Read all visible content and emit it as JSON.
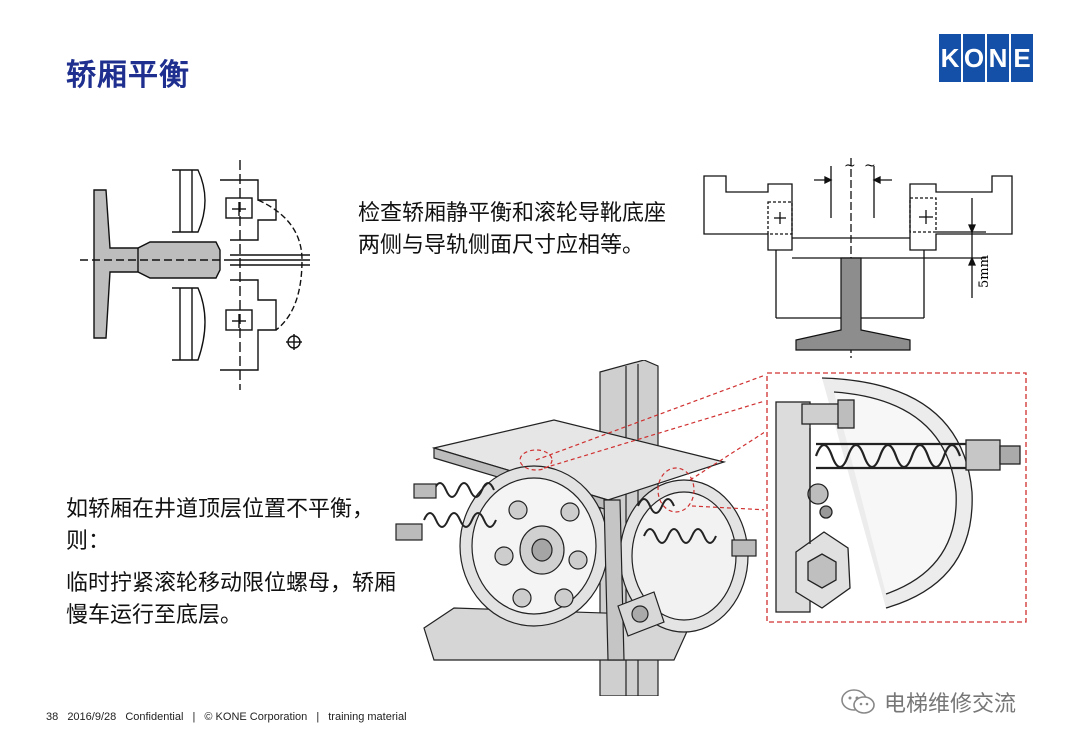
{
  "slide": {
    "title": "轿厢平衡",
    "logo_letters": [
      "K",
      "O",
      "N",
      "E"
    ],
    "text_top": "检查轿厢静平衡和滚轮导靴底座两侧与导轨侧面尺寸应相等。",
    "text_left1": "如轿厢在井道顶层位置不平衡，则：",
    "text_left2": "临时拧紧滚轮移动限位螺母，轿厢慢车运行至底层。",
    "dim_label": "5mm",
    "tilde_left": "~",
    "tilde_right": "~"
  },
  "footer": {
    "page_number": "38",
    "date": "2016/9/28",
    "confidential": "Confidential",
    "sep1": "|",
    "copyright": "© KONE Corporation",
    "sep2": "|",
    "material": "training material"
  },
  "watermark": {
    "text": "电梯维修交流"
  },
  "colors": {
    "title": "#1f2f8f",
    "logo": "#1450a8",
    "highlight": "#d03030"
  }
}
